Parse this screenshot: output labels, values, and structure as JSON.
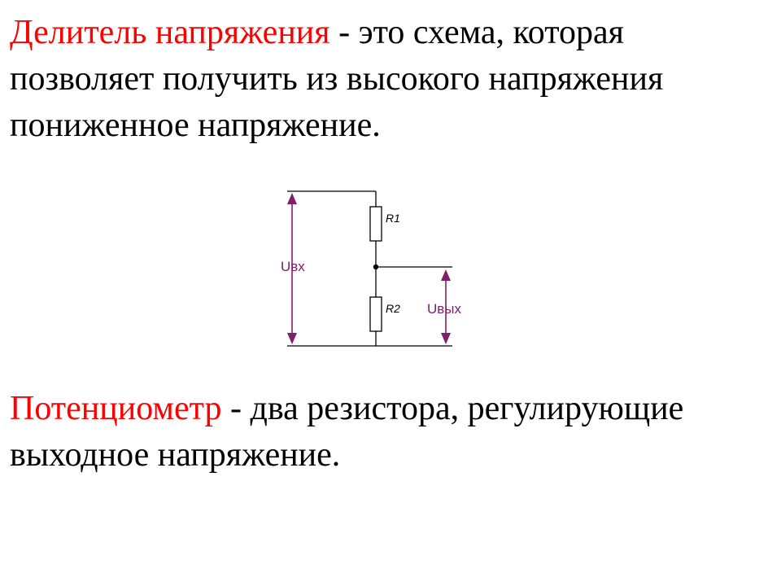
{
  "paragraph_1": {
    "term": "Делитель напряжения",
    "text": " - это схема, которая позволяет получить из высокого напряжения пониженное напряжение."
  },
  "paragraph_2": {
    "term": "Потенциометр",
    "text": " - два резистора, регулирующие выходное напряжение."
  },
  "circuit": {
    "r1_label": "R1",
    "r2_label": "R2",
    "input_voltage_label": "Uвх",
    "output_voltage_label": "Uвых"
  },
  "colors": {
    "term": "#ff0000",
    "voltage_arrows": "#80206b",
    "text": "#000000"
  }
}
